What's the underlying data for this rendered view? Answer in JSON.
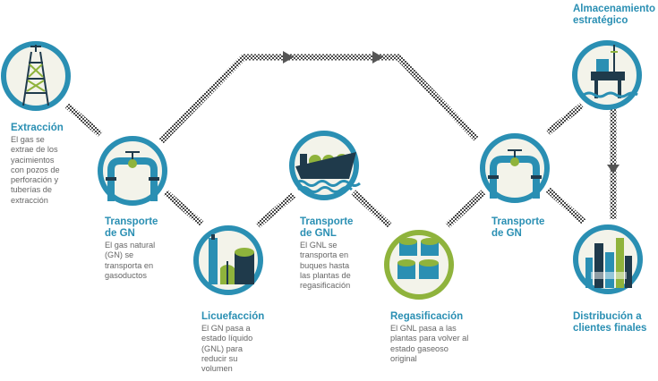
{
  "stages": [
    {
      "id": "extraccion",
      "title": "Extracción",
      "desc": "El gas se extrae de los yacimientos con pozos de perforación y tuberías de extracción",
      "icon": "oil-rig-icon"
    },
    {
      "id": "transporte-gn-1",
      "title": "Transporte de GN",
      "desc": "El gas natural (GN) se transporta en gasoductos",
      "icon": "pipeline-valve-icon"
    },
    {
      "id": "licuefaccion",
      "title": "Licuefacción",
      "desc": "El GN pasa a estado líquido (GNL) para reducir su volumen",
      "icon": "liquefaction-plant-icon"
    },
    {
      "id": "transporte-gnl",
      "title": "Transporte de GNL",
      "desc": "El GNL se transporta en buques hasta las plantas de regasificación",
      "icon": "lng-ship-icon"
    },
    {
      "id": "regasificacion",
      "title": "Regasificación",
      "desc": "El GNL pasa a las plantas para volver al estado gaseoso original",
      "icon": "storage-tanks-icon"
    },
    {
      "id": "transporte-gn-2",
      "title": "Transporte de GN",
      "desc": "",
      "icon": "pipeline-valve-icon"
    },
    {
      "id": "almacenamiento",
      "title": "Almacenamiento estratégico",
      "desc": "",
      "icon": "offshore-platform-icon"
    },
    {
      "id": "distribucion",
      "title": "Distribución a clientes finales",
      "desc": "",
      "icon": "city-distribution-icon"
    }
  ],
  "colors": {
    "teal": "#2a8fb3",
    "green": "#8fb33c",
    "dark": "#1f3a4b",
    "ring_ivory": "#f3f3ea",
    "arrow": "#555555",
    "text": "#666666"
  }
}
